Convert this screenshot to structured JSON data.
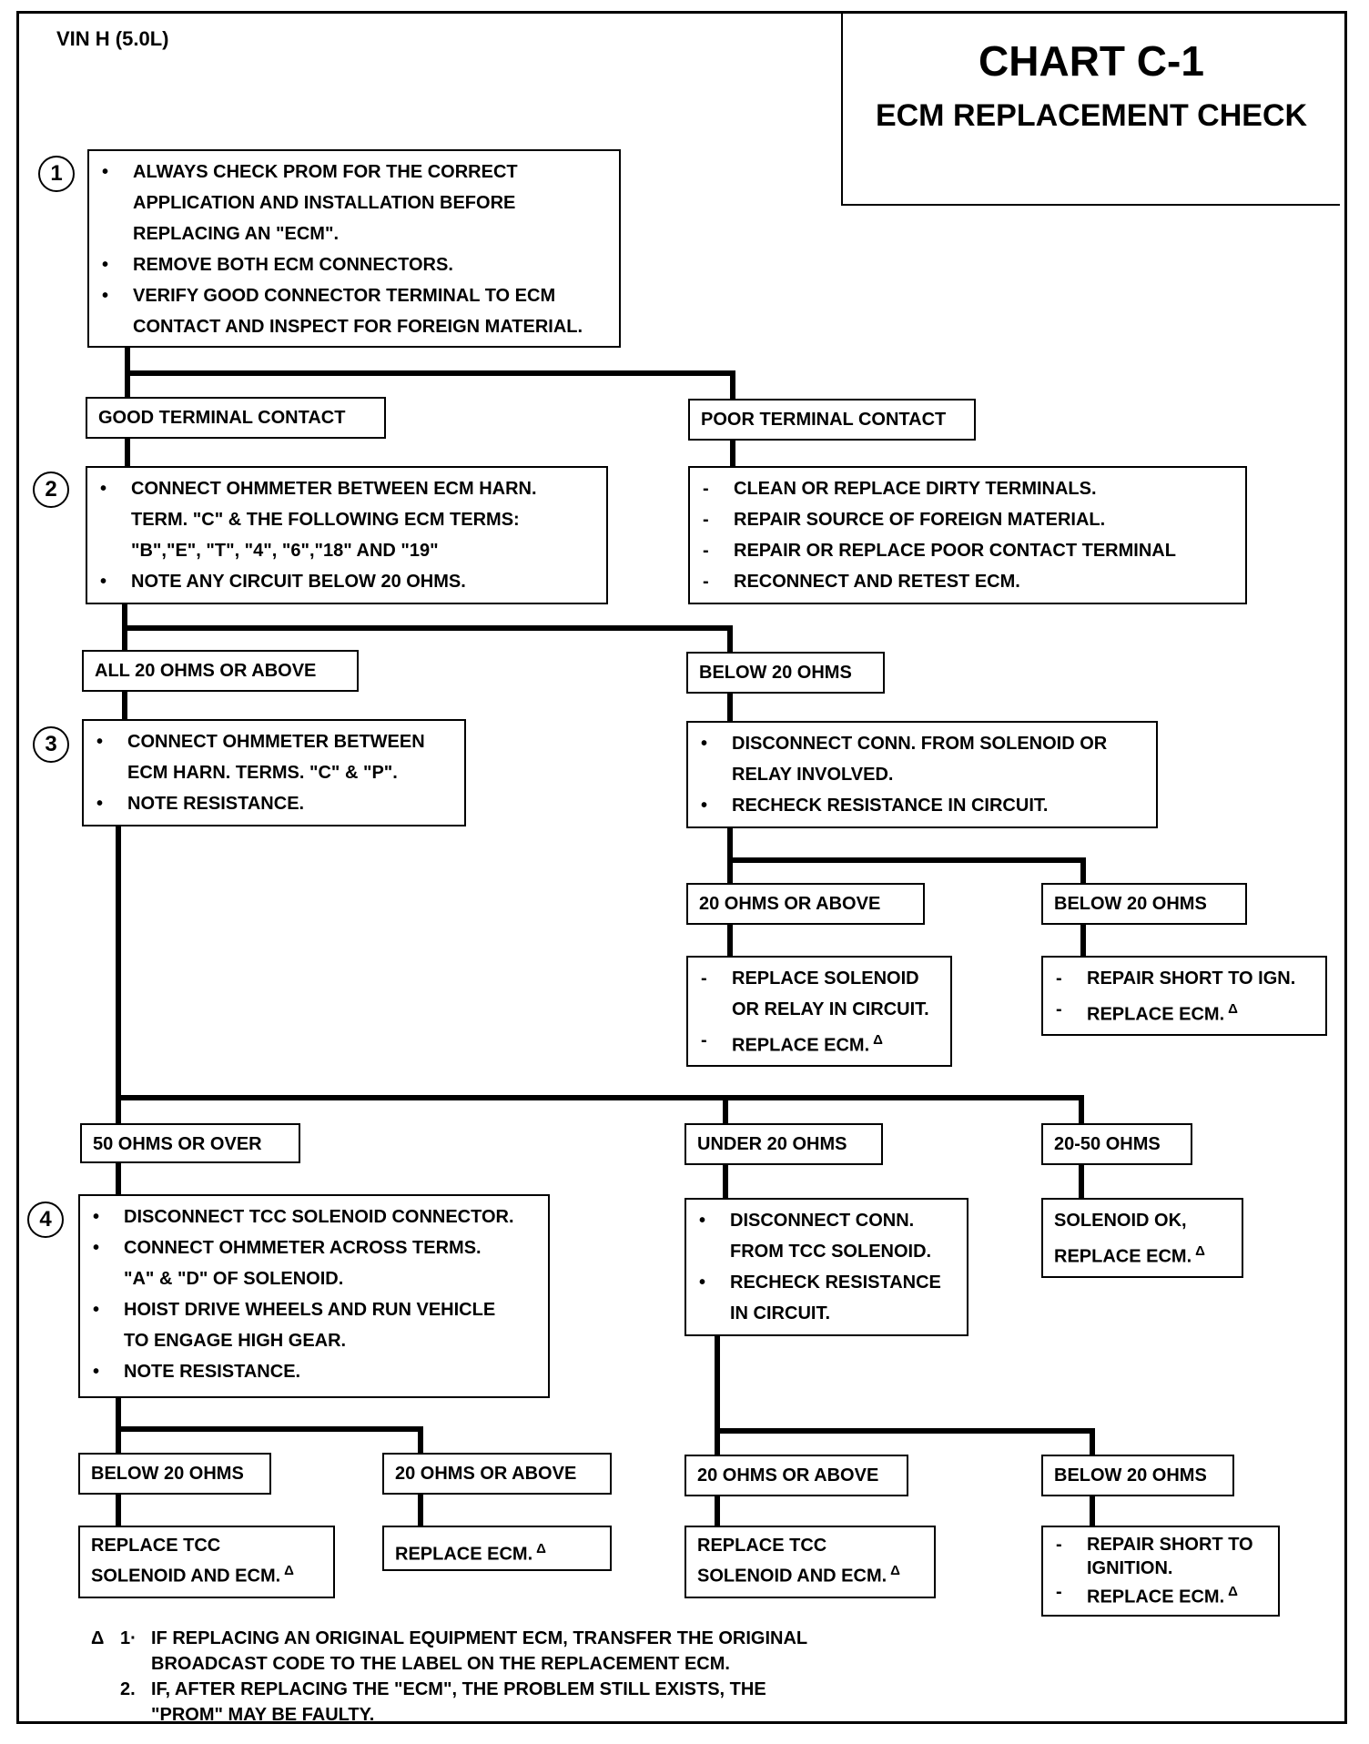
{
  "header": {
    "vin": "VIN H (5.0L)",
    "title": "CHART C-1",
    "subtitle": "ECM REPLACEMENT CHECK"
  },
  "symbols": {
    "bullet": "•",
    "dash": "-",
    "delta": "Δ"
  },
  "steps": [
    "1",
    "2",
    "3",
    "4"
  ],
  "step1": {
    "line1": "ALWAYS CHECK PROM FOR THE CORRECT",
    "line1b": "APPLICATION AND INSTALLATION BEFORE",
    "line1c": "REPLACING AN \"ECM\".",
    "line2": "REMOVE BOTH ECM CONNECTORS.",
    "line3": "VERIFY GOOD CONNECTOR TERMINAL TO ECM",
    "line3b": "CONTACT AND INSPECT FOR FOREIGN MATERIAL."
  },
  "good_contact": "GOOD TERMINAL CONTACT",
  "poor_contact": "POOR TERMINAL CONTACT",
  "step2": {
    "line1": "CONNECT OHMMETER BETWEEN ECM HARN.",
    "line1b": "TERM. \"C\" & THE FOLLOWING ECM TERMS:",
    "line1c": "\"B\",\"E\", \"T\", \"4\", \"6\",\"18\" AND \"19\"",
    "line2": "NOTE ANY CIRCUIT BELOW 20 OHMS."
  },
  "poor_actions": [
    "CLEAN OR REPLACE DIRTY TERMINALS.",
    "REPAIR SOURCE OF FOREIGN MATERIAL.",
    "REPAIR OR REPLACE POOR CONTACT TERMINAL",
    "RECONNECT AND RETEST ECM."
  ],
  "all_20_above": "ALL 20 OHMS OR ABOVE",
  "below_20_a": "BELOW 20 OHMS",
  "step3": {
    "line1": "CONNECT OHMMETER BETWEEN",
    "line1b": "ECM HARN. TERMS. \"C\" & \"P\".",
    "line2": "NOTE RESISTANCE."
  },
  "disconnect_box": {
    "line1": "DISCONNECT CONN. FROM SOLENOID OR",
    "line1b": "RELAY INVOLVED.",
    "line2": "RECHECK RESISTANCE IN CIRCUIT."
  },
  "ohms20_above_a": "20 OHMS OR ABOVE",
  "below_20_b": "BELOW 20 OHMS",
  "replace_solenoid": {
    "line1": "REPLACE SOLENOID",
    "line1b": "OR RELAY IN CIRCUIT.",
    "line2": "REPLACE ECM."
  },
  "repair_short_ign": {
    "line1": "REPAIR SHORT TO IGN.",
    "line2": "REPLACE ECM."
  },
  "ohms50_over": "50 OHMS OR OVER",
  "under_20": "UNDER  20 OHMS",
  "ohms20_50": "20-50 OHMS",
  "step4": {
    "line1": "DISCONNECT TCC SOLENOID CONNECTOR.",
    "line2": "CONNECT OHMMETER ACROSS TERMS.",
    "line2b": "\"A\" & \"D\" OF SOLENOID.",
    "line3": "HOIST DRIVE WHEELS AND RUN VEHICLE",
    "line3b": "TO ENGAGE HIGH GEAR.",
    "line4": "NOTE RESISTANCE."
  },
  "disconnect_tcc": {
    "line1": "DISCONNECT CONN.",
    "line1b": "FROM TCC SOLENOID.",
    "line2": "RECHECK RESISTANCE",
    "line2b": "IN CIRCUIT."
  },
  "solenoid_ok": {
    "line1": "SOLENOID OK,",
    "line2": "REPLACE ECM."
  },
  "below_20_c": "BELOW 20 OHMS",
  "ohms20_above_b": "20 OHMS OR ABOVE",
  "ohms20_above_c": "20 OHMS OR ABOVE",
  "below_20_d": "BELOW 20 OHMS",
  "replace_tcc_a": {
    "line1": "REPLACE TCC",
    "line2": "SOLENOID AND ECM."
  },
  "replace_ecm": "REPLACE ECM.",
  "replace_tcc_b": {
    "line1": "REPLACE TCC",
    "line2": "SOLENOID AND ECM."
  },
  "repair_short_ignition": {
    "line1": "REPAIR SHORT TO",
    "line1b": "IGNITION.",
    "line2": "REPLACE ECM."
  },
  "notes": {
    "n1_num": "1·",
    "n1_line1": "IF REPLACING AN ORIGINAL EQUIPMENT ECM, TRANSFER THE ORIGINAL",
    "n1_line2": "BROADCAST CODE TO THE LABEL ON THE REPLACEMENT ECM.",
    "n2_num": "2.",
    "n2_line1": "IF, AFTER REPLACING THE \"ECM\", THE PROBLEM STILL EXISTS, THE",
    "n2_line2": "\"PROM\"  MAY BE FAULTY."
  }
}
